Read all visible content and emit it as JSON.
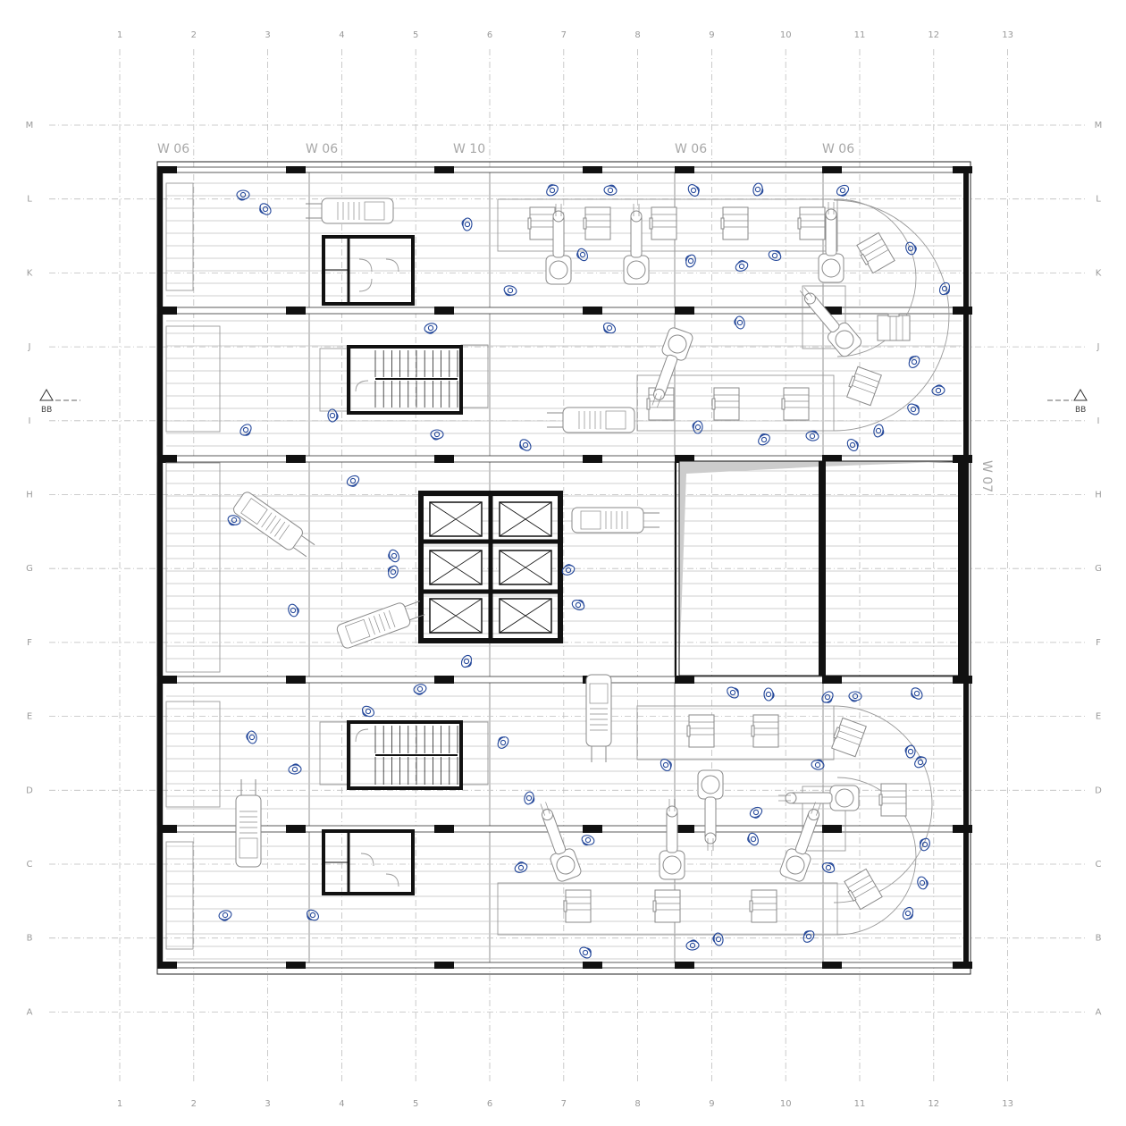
{
  "grid": {
    "columns": [
      "1",
      "2",
      "3",
      "4",
      "5",
      "6",
      "7",
      "8",
      "9",
      "10",
      "11",
      "12",
      "13"
    ],
    "rows": [
      "M",
      "L",
      "K",
      "J",
      "I",
      "H",
      "G",
      "F",
      "E",
      "D",
      "C",
      "B",
      "A"
    ]
  },
  "wall_labels": {
    "top": [
      "W 06",
      "W 06",
      "W 10",
      "W 06",
      "W 06"
    ],
    "side": "W 07"
  },
  "section_mark": {
    "left": "BB",
    "right": "BB"
  },
  "colors": {
    "people": "#23479a",
    "walls": "#111111",
    "machines": "#8a8a8a",
    "grid": "#bdbdbd",
    "ramp": "#cccccc"
  },
  "legend_icons": [
    "person-icon",
    "robot-arm-icon",
    "forklift-icon",
    "elevator-icon",
    "stair-icon"
  ]
}
